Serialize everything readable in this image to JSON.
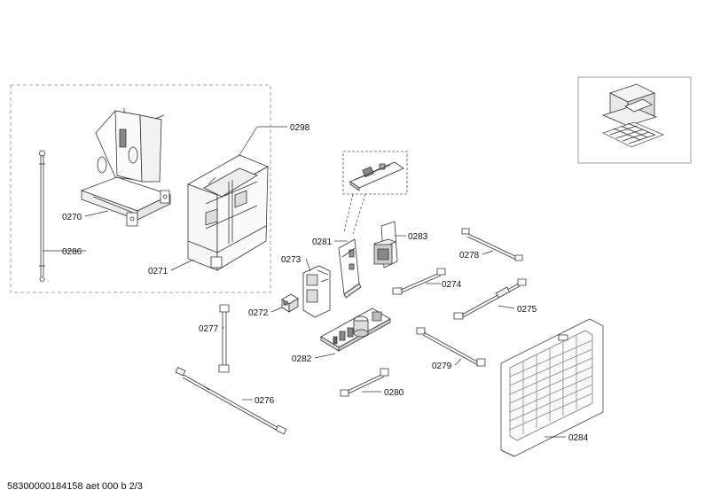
{
  "footer": "58300000184158 aet 000 b 2/3",
  "labels": {
    "l0298": "0298",
    "l0270": "0270",
    "l0286": "0286",
    "l0271": "0271",
    "l0281": "0281",
    "l0283": "0283",
    "l0278": "0278",
    "l0273": "0273",
    "l0274": "0274",
    "l0275": "0275",
    "l0272": "0272",
    "l0277": "0277",
    "l0282": "0282",
    "l0279": "0279",
    "l0276": "0276",
    "l0280": "0280",
    "l0284": "0284"
  }
}
